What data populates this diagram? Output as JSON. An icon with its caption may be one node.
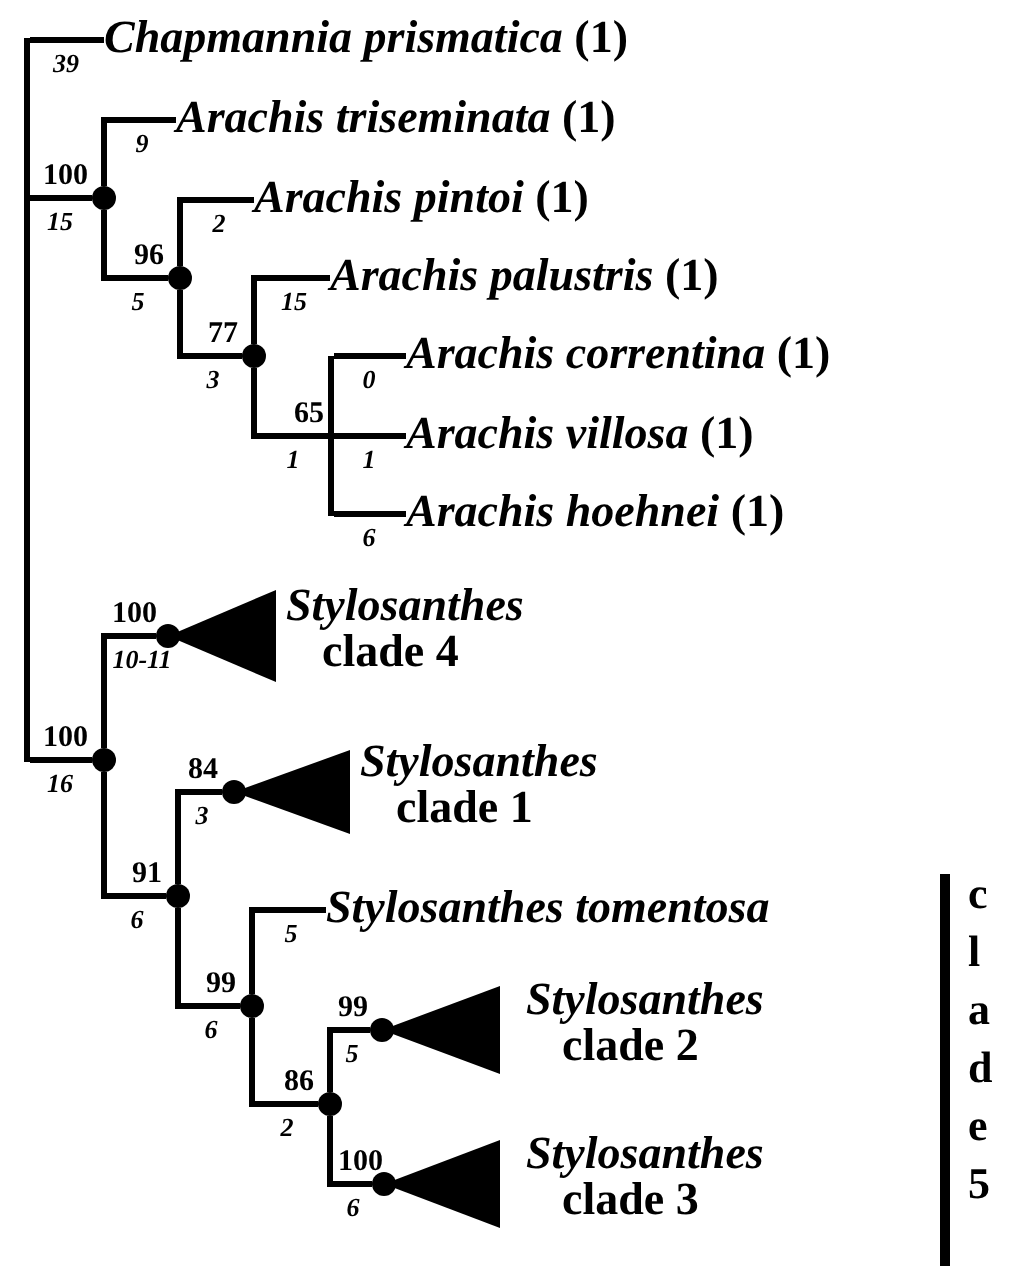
{
  "diagram": {
    "nodes": [
      {
        "text": [],
        "shape": "bar"
      },
      {
        "text": [
          "*Chapmannia prismatica* (1)"
        ]
      },
      {
        "text": [],
        "shape": "circle",
        "beside": [
          "100"
        ]
      },
      {
        "text": [
          "*Arachis triseminata* (1)"
        ]
      },
      {
        "text": [],
        "shape": "circle",
        "beside": [
          "96"
        ]
      },
      {
        "text": [
          "*Arachis pintoi* (1)"
        ]
      },
      {
        "text": [],
        "shape": "circle",
        "beside": [
          "77"
        ]
      },
      {
        "text": [
          "*Arachis palustris* (1)"
        ]
      },
      {
        "text": [],
        "shape": "bar",
        "beside": [
          "65"
        ]
      },
      {
        "text": [
          "*Arachis correntina* (1)"
        ]
      },
      {
        "text": [
          "*Arachis villosa* (1)"
        ]
      },
      {
        "text": [
          "*Arachis hoehnei* (1)"
        ]
      },
      {
        "text": [],
        "shape": "circle",
        "beside": [
          "100"
        ]
      },
      {
        "text": [
          "*Stylosanthes* clade 4"
        ],
        "beside": [
          "100"
        ]
      },
      {
        "text": [],
        "shape": "circle",
        "beside": [
          "91"
        ]
      },
      {
        "text": [
          "*Stylosanthes* clade 1"
        ],
        "beside": [
          "84"
        ]
      },
      {
        "text": [],
        "shape": "circle",
        "beside": [
          "99"
        ]
      },
      {
        "text": [
          "*Stylosanthes tomentosa*"
        ]
      },
      {
        "text": [],
        "shape": "circle",
        "beside": [
          "86"
        ]
      },
      {
        "text": [
          "*Stylosanthes* clade 2"
        ],
        "beside": [
          "99"
        ]
      },
      {
        "text": [
          "*Stylosanthes* clade 3"
        ],
        "beside": [
          "100"
        ]
      }
    ],
    "edges": [
      {
        "from": 0,
        "to": 1,
        "arrow": "none",
        "label": "39"
      },
      {
        "from": 0,
        "to": 2,
        "arrow": "none",
        "label": "15"
      },
      {
        "from": 2,
        "to": 3,
        "arrow": "none",
        "label": "9"
      },
      {
        "from": 2,
        "to": 4,
        "arrow": "none",
        "label": "5"
      },
      {
        "from": 4,
        "to": 5,
        "arrow": "none",
        "label": "2"
      },
      {
        "from": 4,
        "to": 6,
        "arrow": "none",
        "label": "3"
      },
      {
        "from": 6,
        "to": 7,
        "arrow": "none",
        "label": "15"
      },
      {
        "from": 6,
        "to": 8,
        "arrow": "none",
        "label": "1"
      },
      {
        "from": 8,
        "to": 9,
        "arrow": "none",
        "label": "0"
      },
      {
        "from": 8,
        "to": 10,
        "arrow": "none",
        "label": "1"
      },
      {
        "from": 8,
        "to": 11,
        "arrow": "none",
        "label": "6"
      },
      {
        "from": 0,
        "to": 12,
        "arrow": "none",
        "label": "16"
      },
      {
        "from": 12,
        "to": 13,
        "arrow": "none",
        "label": "10-11"
      },
      {
        "from": 12,
        "to": 14,
        "arrow": "none",
        "label": "6"
      },
      {
        "from": 14,
        "to": 15,
        "arrow": "none",
        "label": "3"
      },
      {
        "from": 14,
        "to": 16,
        "arrow": "none",
        "label": "6"
      },
      {
        "from": 16,
        "to": 17,
        "arrow": "none",
        "label": "5"
      },
      {
        "from": 16,
        "to": 18,
        "arrow": "none",
        "label": "2"
      },
      {
        "from": 18,
        "to": 19,
        "arrow": "none",
        "label": "5"
      },
      {
        "from": 18,
        "to": 20,
        "arrow": "none",
        "label": "6"
      }
    ],
    "labels": [
      "clade 5"
    ]
  }
}
